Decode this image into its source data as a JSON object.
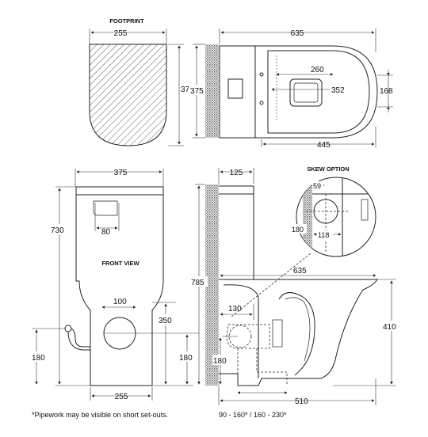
{
  "labels": {
    "footprint": "FOOTPRINT",
    "front_view": "FRONT VIEW",
    "skew_option": "SKEW OPTION",
    "note": "*Pipework may be visible on short set-outs.",
    "setout": "90 - 160* / 160 - 230*"
  },
  "dims": {
    "fp_w": "255",
    "fp_h": "370",
    "top_len": "635",
    "top_h": "375",
    "top_260": "260",
    "top_352": "352",
    "top_168": "168",
    "top_445": "445",
    "fv_w": "375",
    "fv_h": "730",
    "fv_80": "80",
    "fv_100": "100",
    "fv_350": "350",
    "fv_180": "180",
    "fv_base": "255",
    "sv_125": "125",
    "sv_785": "785",
    "sv_635": "635",
    "sv_130": "130",
    "sv_410": "410",
    "sv_180": "180",
    "sv_510": "510",
    "sk_59": "59",
    "sk_180": "180",
    "sk_118": "118"
  }
}
